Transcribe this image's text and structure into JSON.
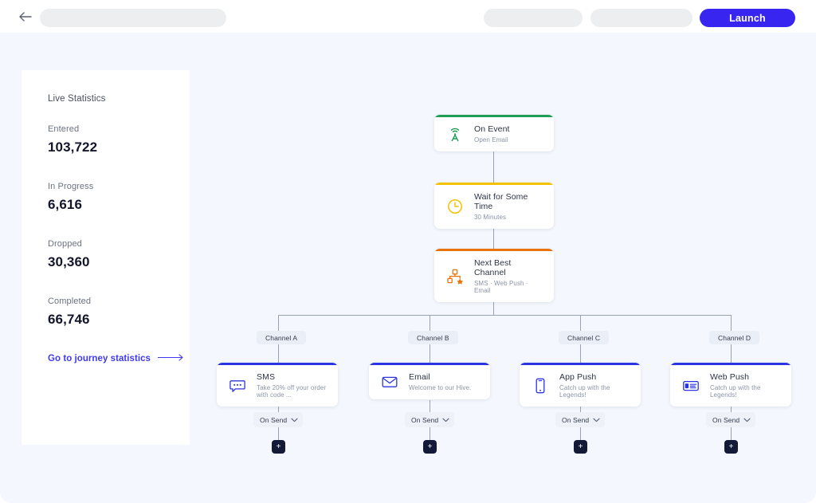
{
  "topbar": {
    "back_icon": "arrow-left-icon",
    "launch_label": "Launch"
  },
  "stats": {
    "title": "Live Statistics",
    "items": [
      {
        "label": "Entered",
        "value": "103,722"
      },
      {
        "label": "In Progress",
        "value": "6,616"
      },
      {
        "label": "Dropped",
        "value": "30,360"
      },
      {
        "label": "Completed",
        "value": "66,746"
      }
    ],
    "link_label": "Go to journey statistics"
  },
  "flow": {
    "nodes": [
      {
        "id": "on-event",
        "title": "On Event",
        "subtitle": "Open Email",
        "icon": "broadcast-antenna-icon",
        "accent": "#1f9d55"
      },
      {
        "id": "wait",
        "title": "Wait for Some Time",
        "subtitle": "30 Minutes",
        "icon": "clock-icon",
        "accent": "#f2c200"
      },
      {
        "id": "next-best-channel",
        "title": "Next Best Channel",
        "subtitle": "SMS · Web Push · Email",
        "icon": "hierarchy-star-icon",
        "accent": "#e8730a"
      }
    ],
    "branches": [
      {
        "badge": "Channel A",
        "title": "SMS",
        "subtitle": "Take 20% off your order with code ...",
        "icon": "chat-bubble-icon",
        "accent": "#2b34e0",
        "trigger": "On Send",
        "add_label": "+"
      },
      {
        "badge": "Channel B",
        "title": "Email",
        "subtitle": "Welcome to our Hive.",
        "icon": "envelope-icon",
        "accent": "#2b34e0",
        "trigger": "On Send",
        "add_label": "+"
      },
      {
        "badge": "Channel C",
        "title": "App Push",
        "subtitle": "Catch up with the Legends!",
        "icon": "mobile-phone-icon",
        "accent": "#2b34e0",
        "trigger": "On Send",
        "add_label": "+"
      },
      {
        "badge": "Channel D",
        "title": "Web Push",
        "subtitle": "Catch up with the Legends!",
        "icon": "web-notification-icon",
        "accent": "#2b34e0",
        "trigger": "On Send",
        "add_label": "+"
      }
    ]
  },
  "colors": {
    "brand": "#3826f0",
    "canvas": "#f4f7fd",
    "connector": "#9aa3b5",
    "dark": "#131a37"
  }
}
